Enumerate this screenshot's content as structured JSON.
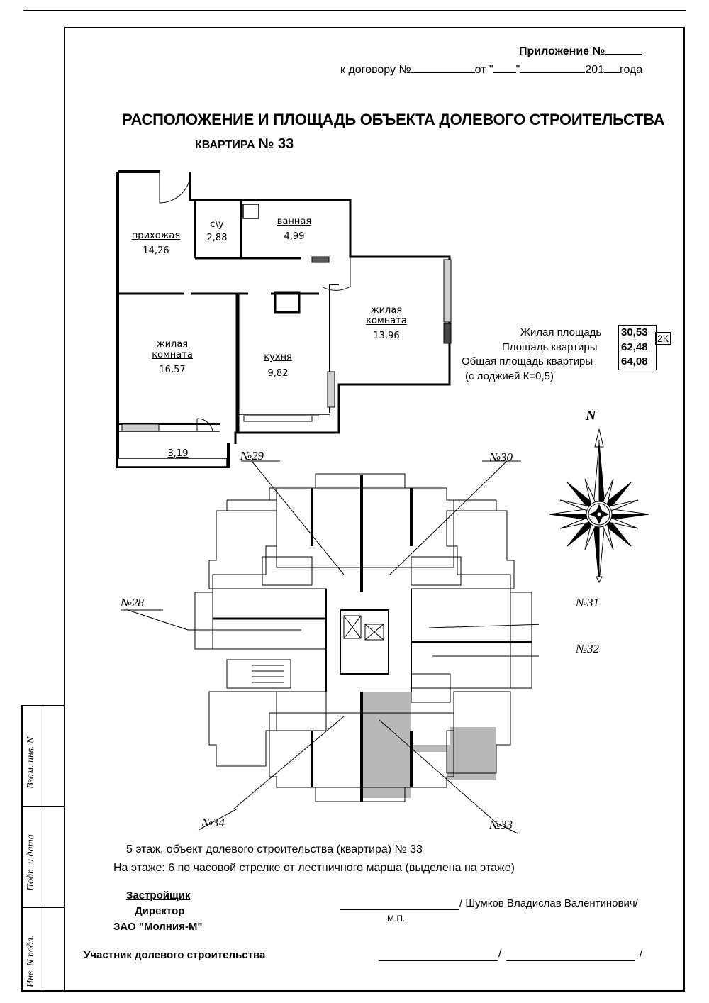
{
  "header": {
    "appendix_label": "Приложение №",
    "contract_line_prefix": "к договору №",
    "contract_line_from": "от \"",
    "contract_line_year": "201",
    "contract_line_year_suffix": "года"
  },
  "title": "РАСПОЛОЖЕНИЕ И ПЛОЩАДЬ ОБЪЕКТА ДОЛЕВОГО СТРОИТЕЛЬСТВА",
  "apartment_prefix": "КВАРТИРА",
  "apartment_number": "№ 33",
  "rooms": {
    "hall": {
      "name": "прихожая",
      "area": "14,26"
    },
    "wc": {
      "name": "с\\у",
      "area": "2,88"
    },
    "bath": {
      "name": "ванная",
      "area": "4,99"
    },
    "room1": {
      "name1": "жилая",
      "name2": "комната",
      "area": "13,96"
    },
    "room2": {
      "name1": "жилая",
      "name2": "комната",
      "area": "16,57"
    },
    "kitchen": {
      "name": "кухня",
      "area": "9,82"
    },
    "loggia": {
      "area": "3,19"
    }
  },
  "areas": {
    "living_label": "Жилая площадь",
    "living_value": "30,53",
    "type_badge": "2К",
    "apartment_label": "Площадь квартиры",
    "apartment_value": "62,48",
    "total_label": "Общая площадь квартиры",
    "total_value": "64,08",
    "loggia_note": "(с лоджией К=0,5)"
  },
  "compass": {
    "north": "N"
  },
  "floor_plan": {
    "labels": [
      "№29",
      "№30",
      "№28",
      "№31",
      "№32",
      "№34",
      "№33"
    ],
    "highlight_color": "#b8b8b8"
  },
  "info": {
    "line1": "5 этаж, объект долевого строительства (квартира) № 33",
    "line2": "На этаже:  6 по часовой стрелке от лестничного марша (выделена на этаже)"
  },
  "developer": {
    "role": "Застройщик",
    "position": "Директор",
    "company": "ЗАО \"Молния-М\"",
    "signer": "/ Шумков Владислав Валентинович/",
    "seal": "М.П."
  },
  "participant": {
    "label": "Участник долевого строительства"
  },
  "stamp": {
    "field1": "Взам. инв. N",
    "field2": "Подп. и дата",
    "field3": "Инв. N подл."
  }
}
